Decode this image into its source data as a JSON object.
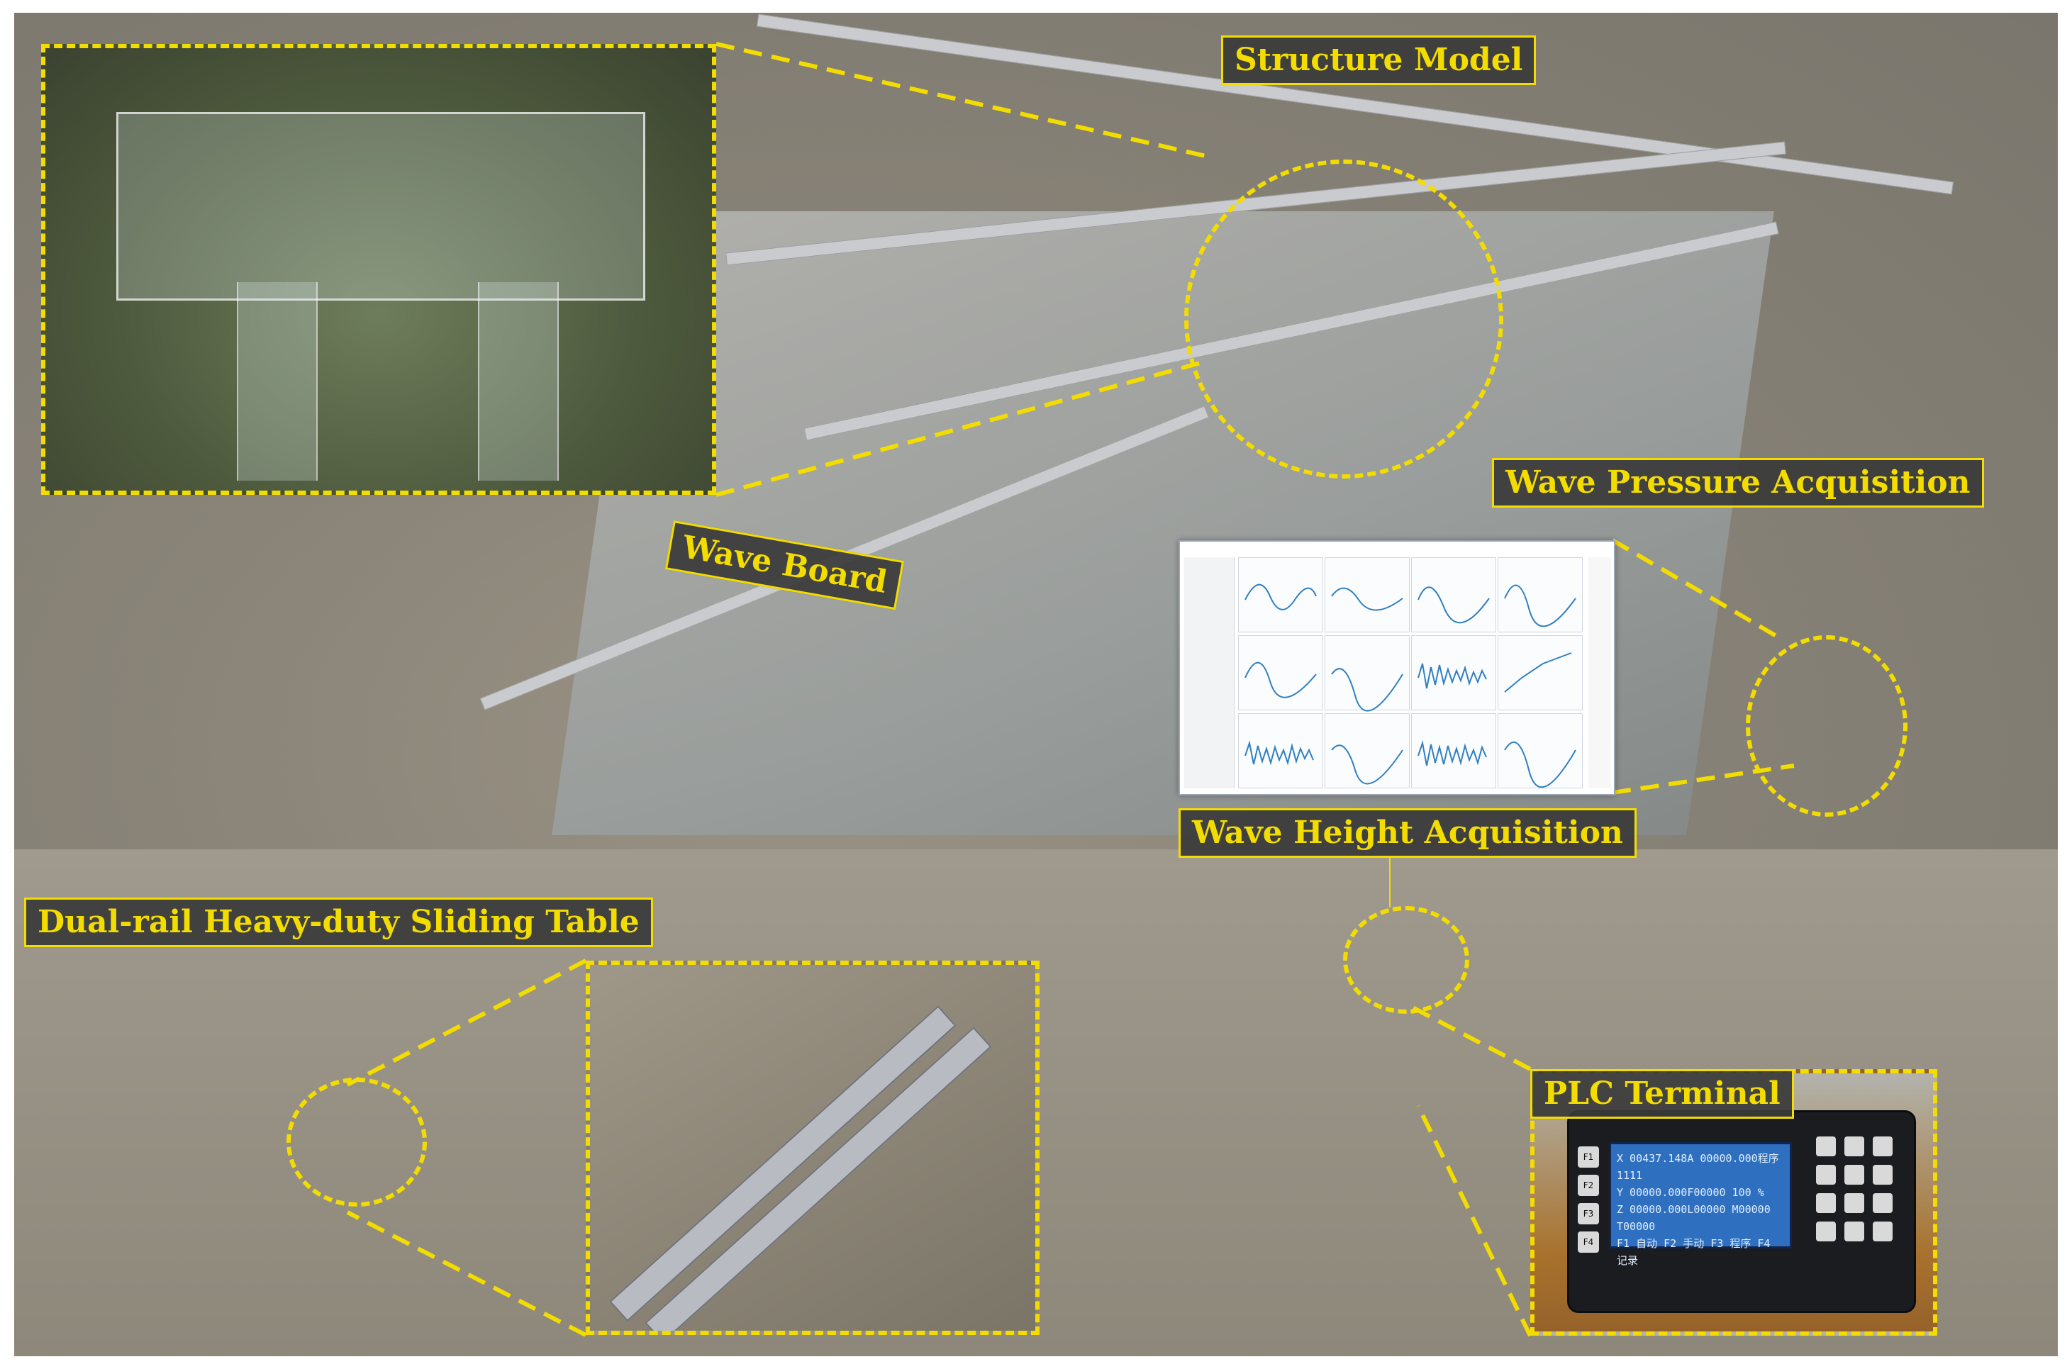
{
  "labels": {
    "structure_model": "Structure Model",
    "wave_pressure": "Wave Pressure Acquisition",
    "wave_board": "Wave Board",
    "wave_height": "Wave Height Acquisition",
    "sliding_table": "Dual-rail Heavy-duty Sliding Table",
    "plc_terminal": "PLC Terminal"
  },
  "colors": {
    "highlight": "#f3dc00",
    "label_bg": "#3a3a3a"
  },
  "plc_screen": {
    "line1": "X 00437.148A 00000.000程序1111",
    "line2": "Y 00000.000F00000 100 %",
    "line3": "Z 00000.000L00000 M00000 T00000",
    "line4": "F1 自动 F2 手动 F3 程序 F4 记录"
  },
  "plc_keys": {
    "f1": "F1",
    "f2": "F2",
    "f3": "F3",
    "f4": "F4"
  }
}
